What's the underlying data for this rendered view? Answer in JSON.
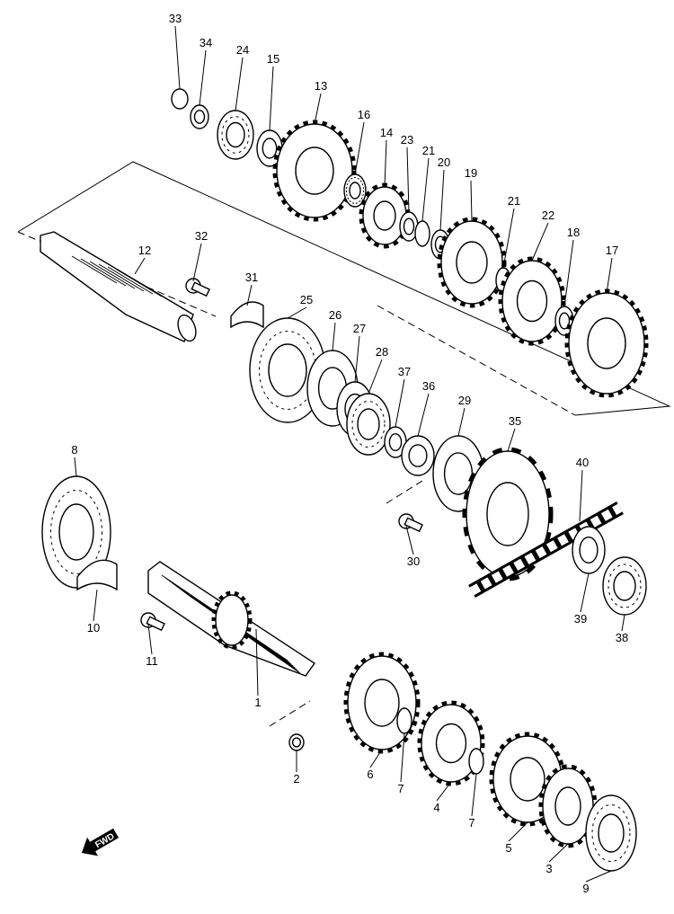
{
  "diagram": {
    "direction_badge": "FWD",
    "part_labels": [
      "33",
      "34",
      "24",
      "15",
      "13",
      "16",
      "14",
      "23",
      "21",
      "20",
      "19",
      "21",
      "22",
      "18",
      "17",
      "12",
      "32",
      "31",
      "25",
      "26",
      "27",
      "28",
      "37",
      "36",
      "29",
      "35",
      "30",
      "40",
      "39",
      "38",
      "8",
      "10",
      "11",
      "1",
      "2",
      "6",
      "7",
      "4",
      "7",
      "5",
      "3",
      "9"
    ]
  }
}
